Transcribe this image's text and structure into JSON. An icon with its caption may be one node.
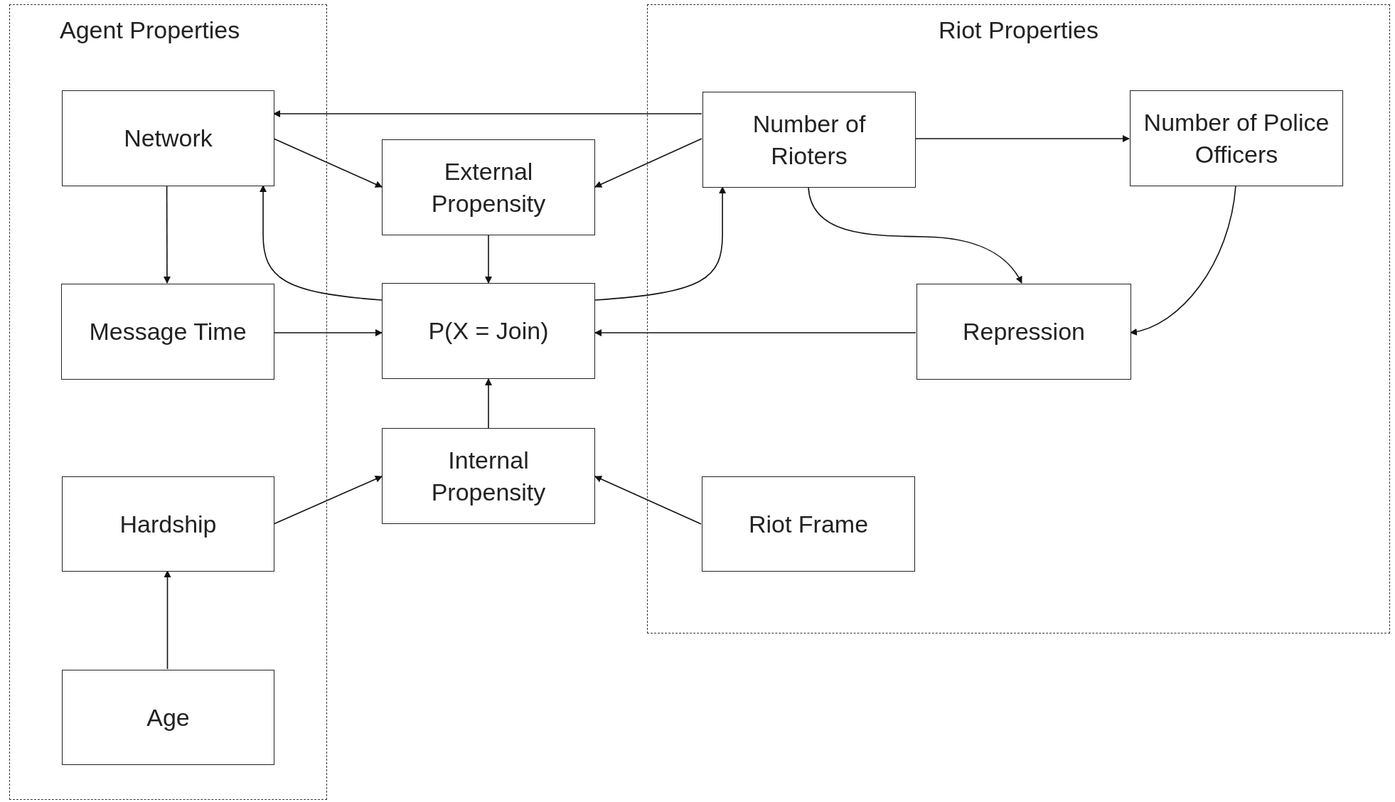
{
  "diagram": {
    "nodes": [
      {
        "text": [
          "Agent Properties"
        ]
      },
      {
        "text": [
          "Network"
        ],
        "in": 0
      },
      {
        "text": [
          "Message Time"
        ],
        "in": 0
      },
      {
        "text": [
          "Hardship"
        ],
        "in": 0
      },
      {
        "text": [
          "Age"
        ],
        "in": 0
      },
      {
        "text": [
          "Riot Properties"
        ]
      },
      {
        "text": [
          "Number of Rioters"
        ],
        "in": 5
      },
      {
        "text": [
          "Number of Police Officers"
        ],
        "in": 5
      },
      {
        "text": [
          "Repression"
        ],
        "in": 5
      },
      {
        "text": [
          "Riot Frame"
        ],
        "in": 5
      },
      {
        "text": [
          "External Propensity"
        ]
      },
      {
        "text": [
          "P(X = Join)"
        ]
      },
      {
        "text": [
          "Internal Propensity"
        ]
      }
    ],
    "edges": [
      {
        "from": 6,
        "to": 1,
        "arrow": "to"
      },
      {
        "from": 1,
        "to": 10,
        "arrow": "to"
      },
      {
        "from": 6,
        "to": 10,
        "arrow": "to"
      },
      {
        "from": 6,
        "to": 7,
        "arrow": "to"
      },
      {
        "from": 1,
        "to": 2,
        "arrow": "to"
      },
      {
        "from": 10,
        "to": 11,
        "arrow": "to"
      },
      {
        "from": 11,
        "to": 1,
        "arrow": "to"
      },
      {
        "from": 11,
        "to": 6,
        "arrow": "to"
      },
      {
        "from": 6,
        "to": 8,
        "arrow": "to"
      },
      {
        "from": 7,
        "to": 8,
        "arrow": "to"
      },
      {
        "from": 2,
        "to": 11,
        "arrow": "to"
      },
      {
        "from": 8,
        "to": 11,
        "arrow": "to"
      },
      {
        "from": 12,
        "to": 11,
        "arrow": "to"
      },
      {
        "from": 3,
        "to": 12,
        "arrow": "to"
      },
      {
        "from": 9,
        "to": 12,
        "arrow": "to"
      },
      {
        "from": 4,
        "to": 3,
        "arrow": "to"
      }
    ]
  }
}
